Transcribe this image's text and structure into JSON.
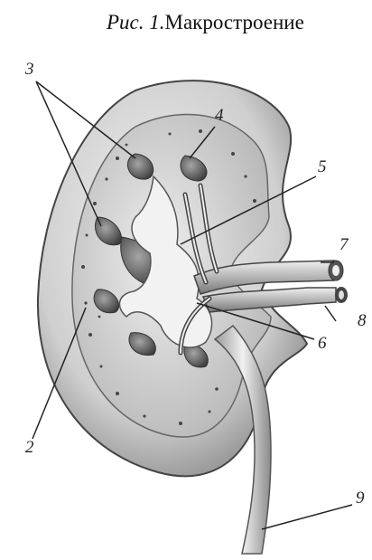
{
  "caption": {
    "prefix": "Рис. 1.",
    "text": "Макростроение"
  },
  "labels": [
    "2",
    "3",
    "4",
    "5",
    "6",
    "7",
    "8",
    "9"
  ]
}
